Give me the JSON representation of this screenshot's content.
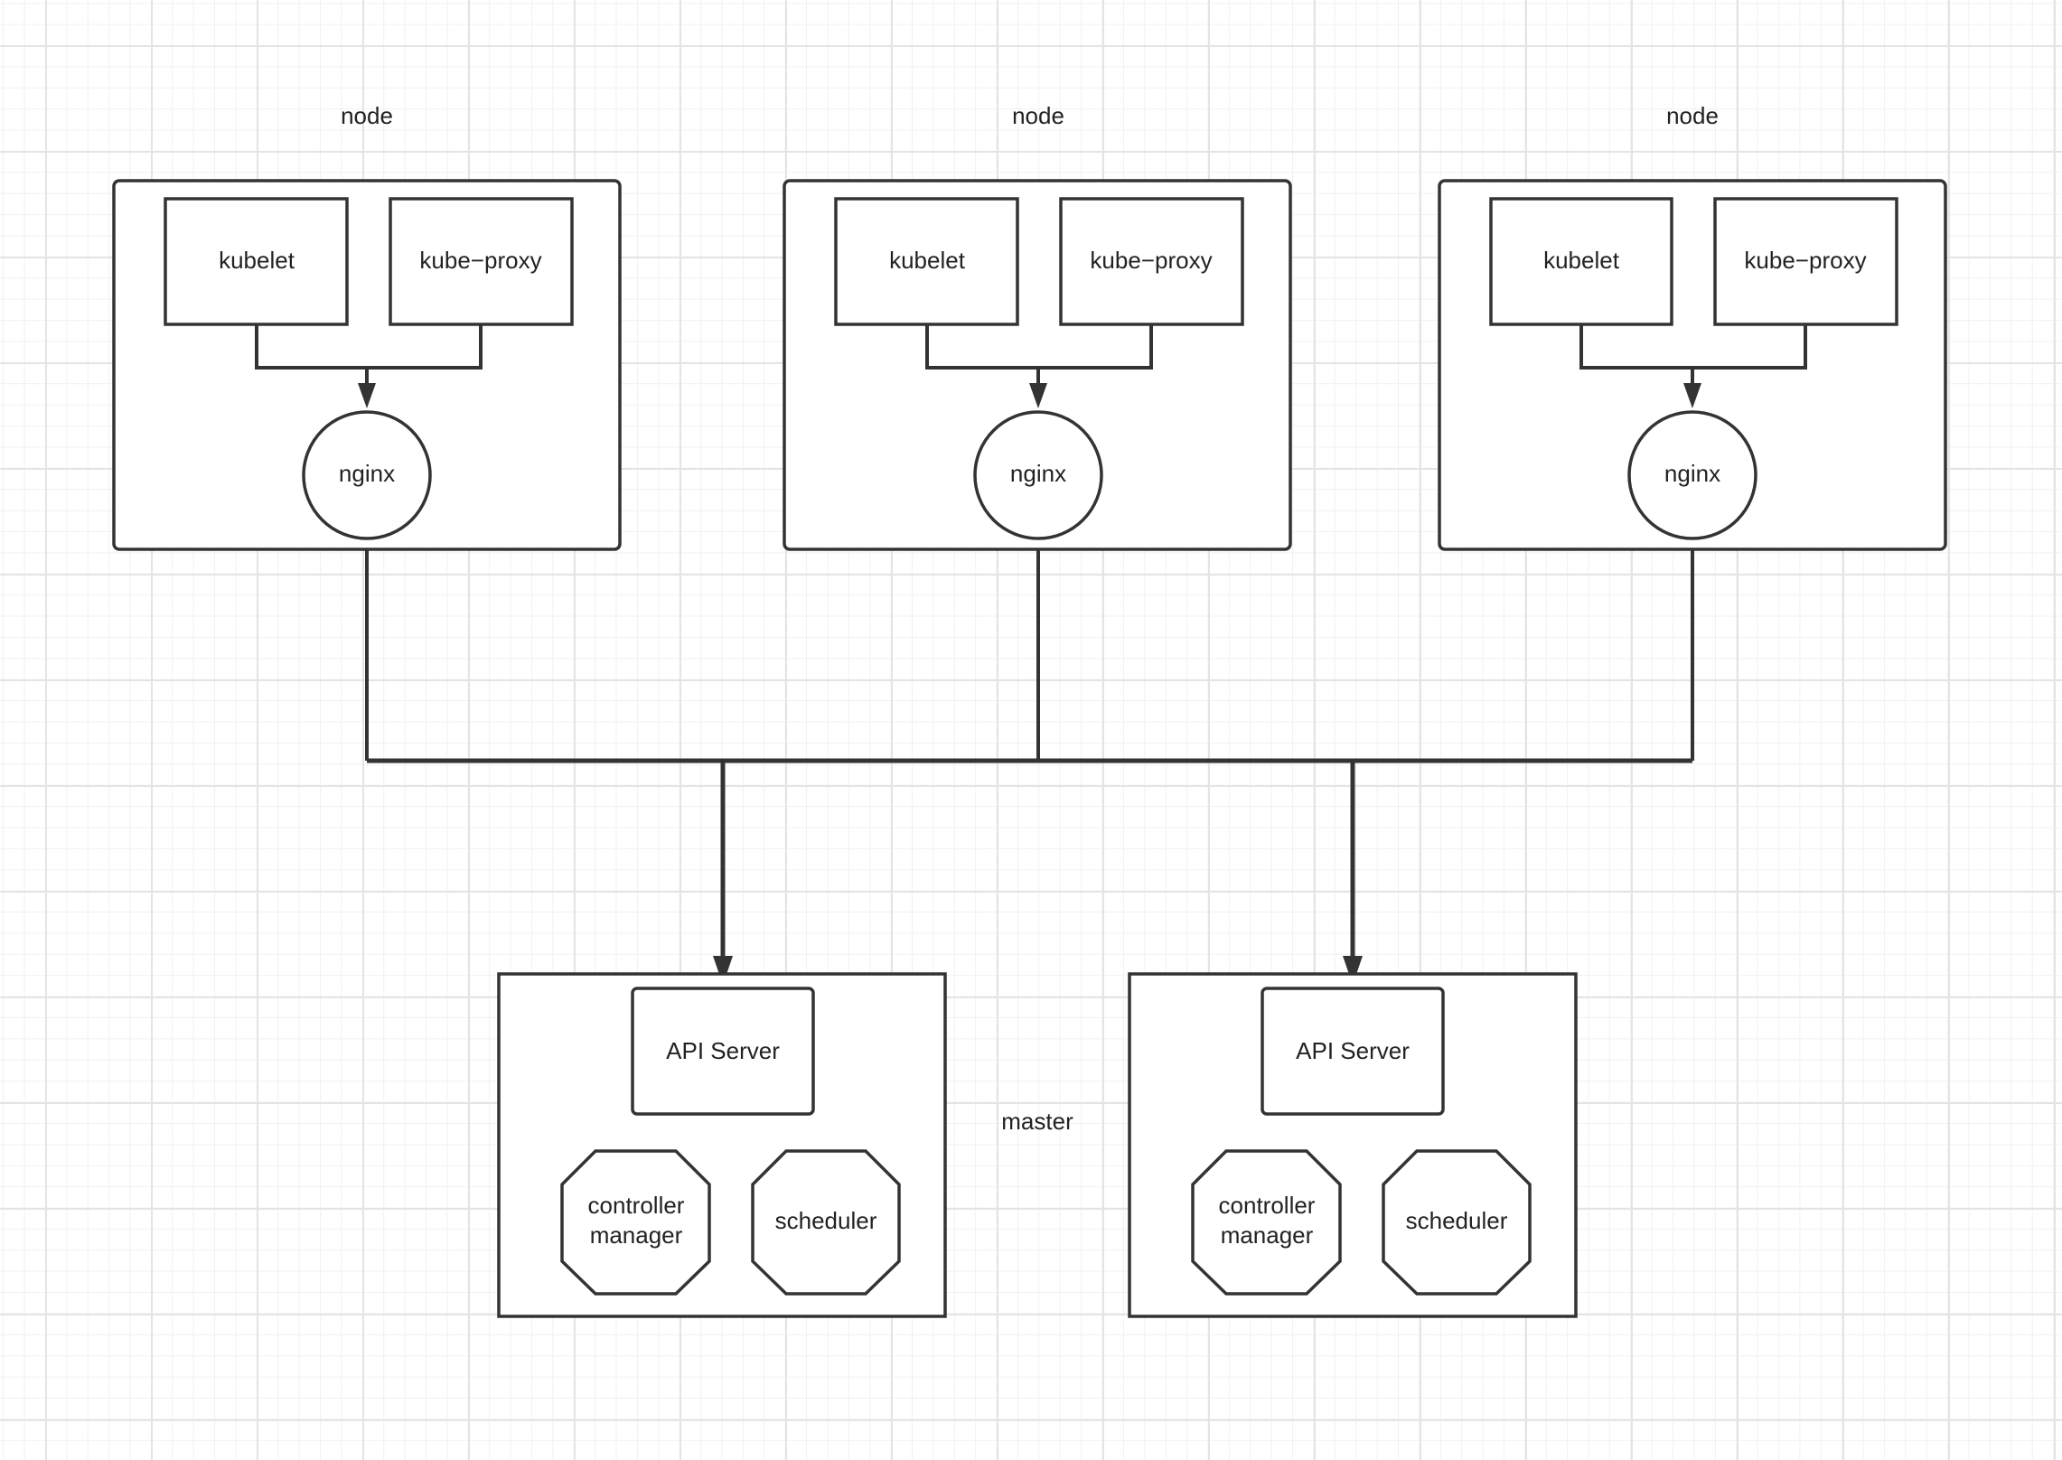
{
  "nodes": [
    {
      "title": "node",
      "kubelet": "kubelet",
      "kube_proxy": "kube−proxy",
      "nginx": "nginx"
    },
    {
      "title": "node",
      "kubelet": "kubelet",
      "kube_proxy": "kube−proxy",
      "nginx": "nginx"
    },
    {
      "title": "node",
      "kubelet": "kubelet",
      "kube_proxy": "kube−proxy",
      "nginx": "nginx"
    }
  ],
  "master_label": "master",
  "masters": [
    {
      "api_server": "API Server",
      "controller_manager": [
        "controller",
        "manager"
      ],
      "scheduler": "scheduler"
    },
    {
      "api_server": "API Server",
      "controller_manager": [
        "controller",
        "manager"
      ],
      "scheduler": "scheduler"
    }
  ],
  "colors": {
    "stroke": "#333333",
    "text": "#222222",
    "grid": "#e4e4e4"
  }
}
